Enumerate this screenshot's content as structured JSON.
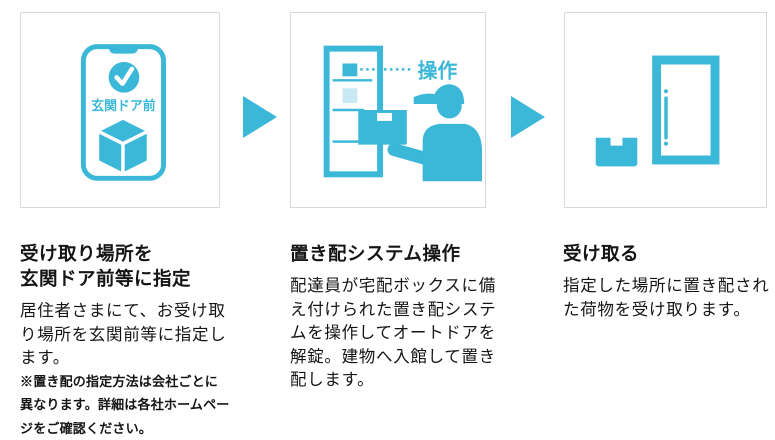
{
  "colors": {
    "accent_cyan": "#3bb7d8",
    "accent_cyan_light": "#c8e9f3",
    "panel_border": "#d9d9d9",
    "text": "#151515"
  },
  "steps": [
    {
      "id": "specify-location",
      "heading": "受け取り場所を\n玄関ドア前等に指定",
      "body": "居住者さまにて、お受け取\nり場所を玄関前等に指定し\nます。",
      "note": "※置き配の指定方法は会社ごとに\n異なります。詳細は各社ホームペー\nジをご確認ください。",
      "illustration": {
        "name": "smartphone-with-checkmark-and-package",
        "screen_label": "玄関ドア前"
      }
    },
    {
      "id": "operate-system",
      "heading": "置き配システム操作",
      "body": "配達員が宅配ボックスに備\nえ付けられた置き配システ\nムを操作してオートドアを\n解錠。建物へ入館して置き\n配します。",
      "illustration": {
        "name": "courier-operating-delivery-box",
        "callout_label": "操作"
      }
    },
    {
      "id": "receive",
      "heading": "受け取る",
      "body": "指定した場所に置き配され\nた荷物を受け取ります。",
      "illustration": {
        "name": "package-by-front-door"
      }
    }
  ]
}
